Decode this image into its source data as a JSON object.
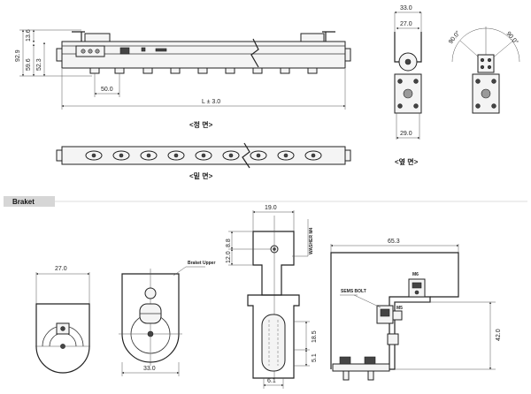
{
  "front_view": {
    "dim_total_height": "92.9",
    "dim_top": "13.6",
    "dim_mid": "59.6",
    "dim_inner": "52.3",
    "dim_pitch": "50.0",
    "dim_length": "L ± 3.0",
    "caption": "<정 면>"
  },
  "bottom_view": {
    "caption": "<밑 면>"
  },
  "side_view": {
    "dim_width_top": "33.0",
    "dim_width_inner": "27.0",
    "dim_width_base": "29.0",
    "dim_angle_left": "90.0°",
    "dim_angle_right": "90.0°",
    "caption": "<옆 면>"
  },
  "bracket_section": {
    "title": "Braket",
    "view1_width": "27.0",
    "view2_width": "33.0",
    "label_bracket_upper": "Braket Upper",
    "view3_width": "19.0",
    "view3_h1": "8.8",
    "view3_h2": "12.0",
    "view3_h3": "18.5",
    "view3_h4": "5.1",
    "view3_thk": "6.1",
    "label_washer": "WASHER M4",
    "view4_width": "65.3",
    "view4_height": "42.0",
    "label_sems_bolt": "SEMS BOLT",
    "label_m6": "M6",
    "label_m5": "M5"
  }
}
